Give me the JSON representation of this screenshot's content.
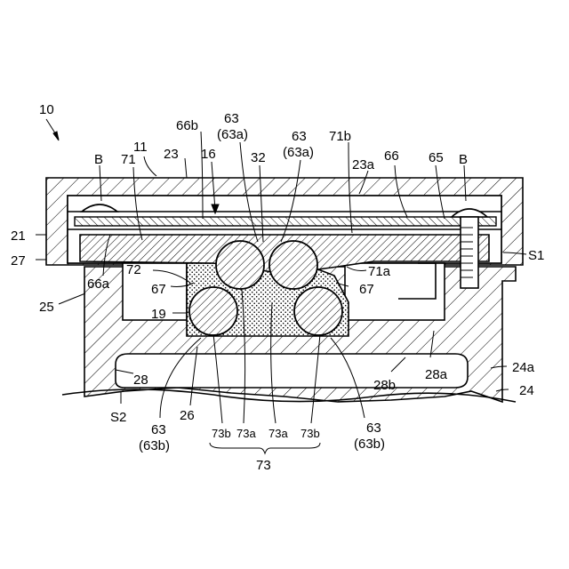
{
  "labels": {
    "l10": "10",
    "l11": "11",
    "l23": "23",
    "l16": "16",
    "l66b": "66b",
    "l63_top1": "63",
    "l63a_top1": "(63a)",
    "l63_top2": "63",
    "l63a_top2": "(63a)",
    "l71b": "71b",
    "l32": "32",
    "l23a": "23a",
    "l66": "66",
    "l65": "65",
    "lB_left": "B",
    "lB_right": "B",
    "l71": "71",
    "l21": "21",
    "l27": "27",
    "lS1": "S1",
    "l66a": "66a",
    "l72": "72",
    "l67_left": "67",
    "l71a": "71a",
    "l67_right": "67",
    "l25": "25",
    "l19": "19",
    "l28_left": "28",
    "l28a": "28a",
    "l28b": "28b",
    "l24a": "24a",
    "l24": "24",
    "lS2": "S2",
    "l26": "26",
    "l63_bot1": "63",
    "l63b_bot1": "(63b)",
    "l73b_1": "73b",
    "l73a_1": "73a",
    "l73a_2": "73a",
    "l73b_2": "73b",
    "l63_bot2": "63",
    "l63b_bot2": "(63b)",
    "l73": "73"
  }
}
